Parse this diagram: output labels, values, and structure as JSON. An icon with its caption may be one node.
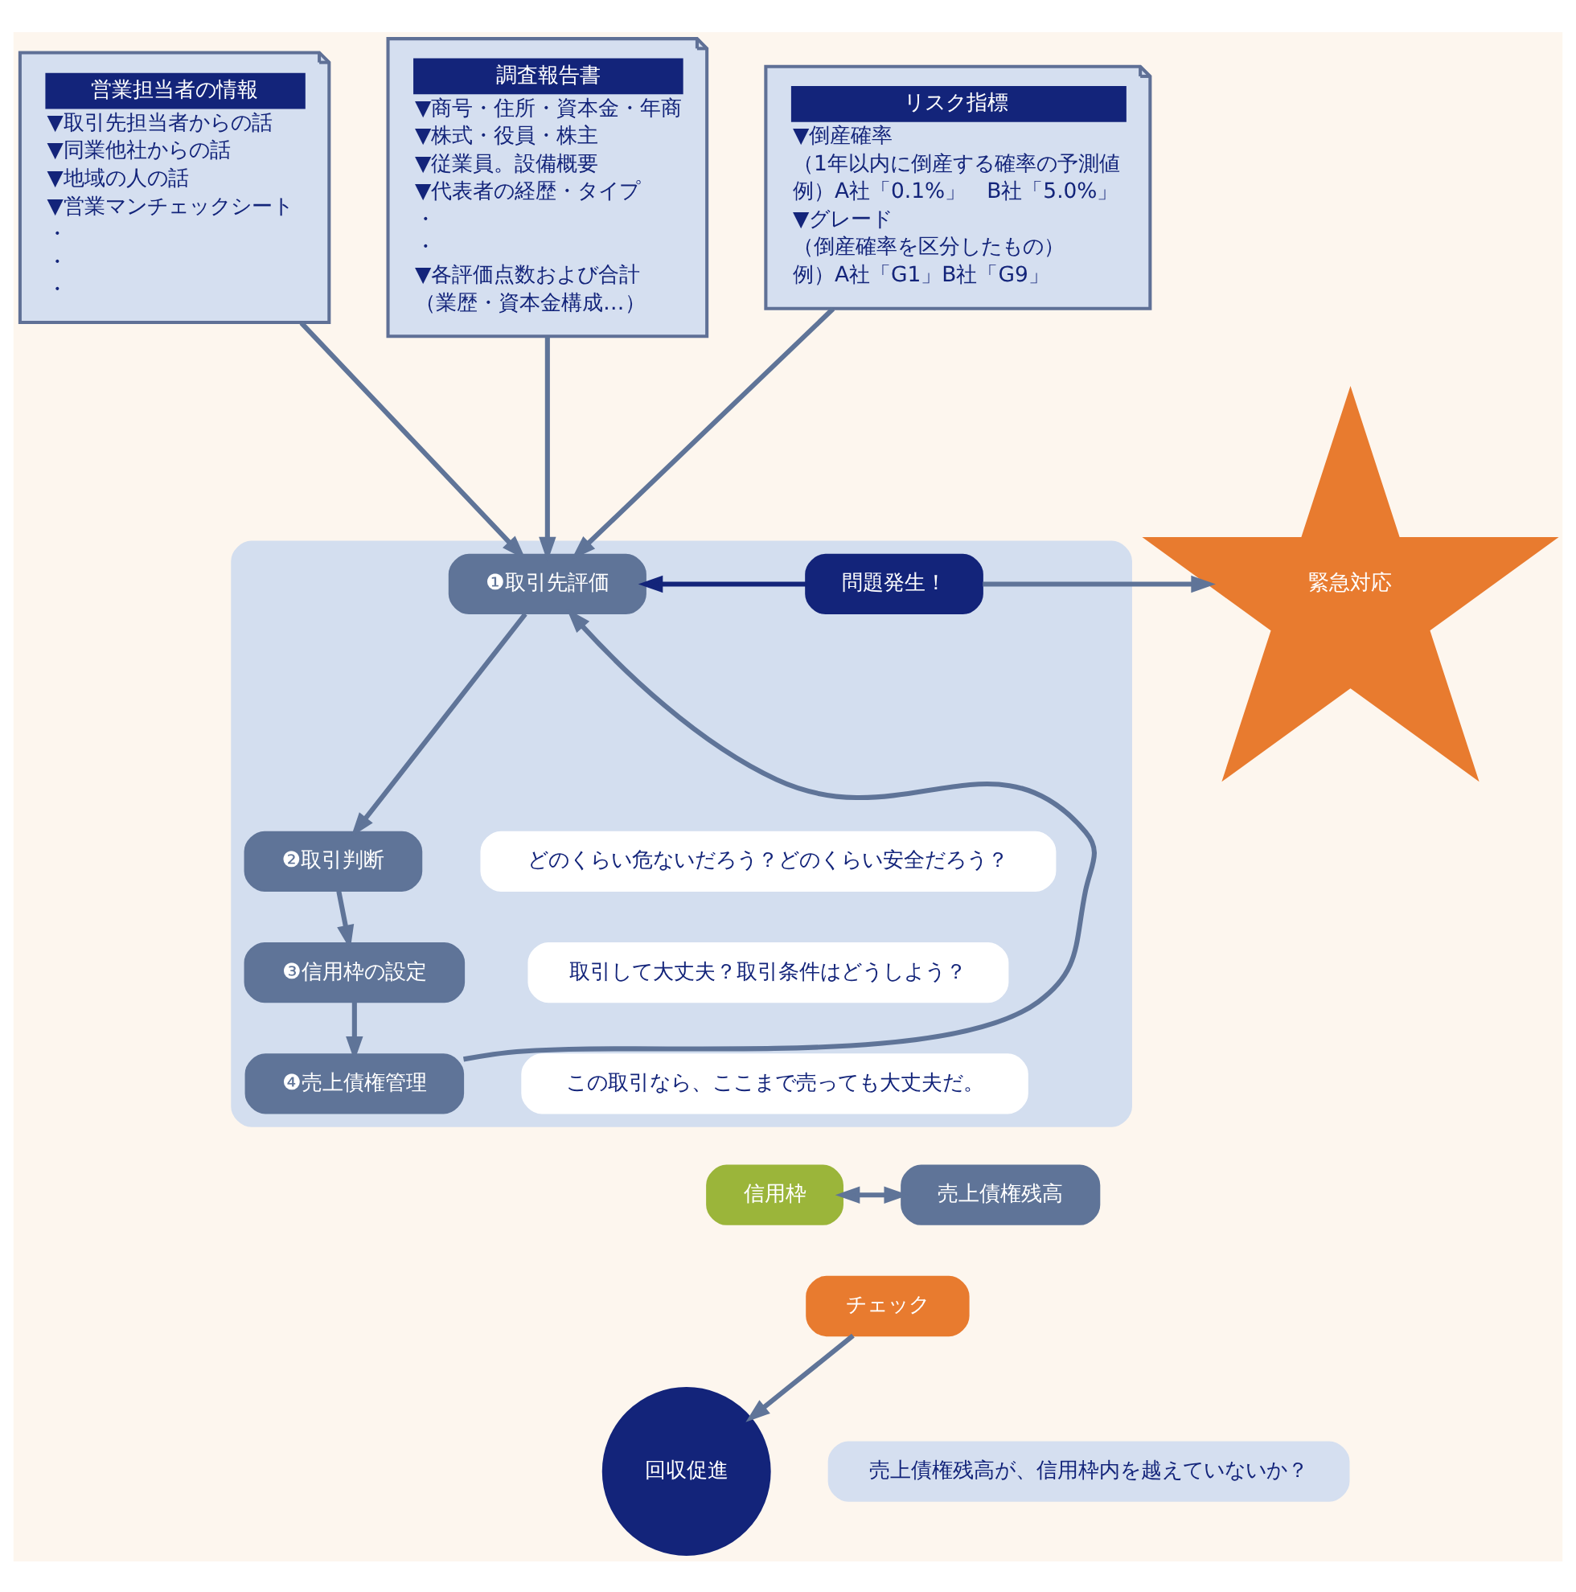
{
  "diagram": {
    "nodes": [
      {
        "text": [
          "営業担当者の情報",
          "▼取引先担当者からの話",
          "▼同業他社からの話",
          "▼地域の人の話",
          "▼営業マンチェックシート",
          "・",
          "・",
          "・"
        ]
      },
      {
        "text": [
          "調査報告書",
          "▼商号・住所・資本金・年商",
          "▼株式・役員・株主",
          "▼従業員。設備概要",
          "▼代表者の経歴・タイプ",
          "・",
          "・",
          "▼各評価点数および合計",
          "（業歴・資本金構成…）"
        ]
      },
      {
        "text": [
          "リスク指標",
          "▼倒産確率",
          "（1年以内に倒産する確率の予測値",
          "例）A社「0.1%」　B社「5.0%」",
          "▼グレード",
          "（倒産確率を区分したもの）",
          "例）A社「G1」B社「G9」"
        ]
      },
      {
        "text": [],
        "shape": "box"
      },
      {
        "text": [
          "❶取引先評価"
        ],
        "in": 3
      },
      {
        "text": [
          "問題発生！"
        ],
        "in": 3
      },
      {
        "text": [
          "緊急対応"
        ]
      },
      {
        "text": [
          "❷取引判断"
        ],
        "in": 3
      },
      {
        "text": [
          "どのくらい危ないだろう？どのくらい安全だろう？"
        ],
        "in": 3
      },
      {
        "text": [
          "❸信用枠の設定"
        ],
        "in": 3
      },
      {
        "text": [
          "取引して大丈夫？取引条件はどうしよう？"
        ],
        "in": 3
      },
      {
        "text": [
          "❹売上債権管理"
        ],
        "in": 3
      },
      {
        "text": [
          "この取引なら、ここまで売っても大丈夫だ。"
        ],
        "in": 3
      },
      {
        "text": [
          "信用枠"
        ]
      },
      {
        "text": [
          "売上債権残高"
        ]
      },
      {
        "text": [
          "チェック"
        ]
      },
      {
        "text": [
          "回収促進"
        ]
      },
      {
        "text": [
          "売上債権残高が、信用枠内を越えていないか？"
        ]
      }
    ],
    "edges": [
      {
        "from": 0,
        "to": 4,
        "arrow": "to"
      },
      {
        "from": 1,
        "to": 4,
        "arrow": "to"
      },
      {
        "from": 2,
        "to": 4,
        "arrow": "to"
      },
      {
        "from": 5,
        "to": 4,
        "arrow": "to",
        "color": "#13247a"
      },
      {
        "from": 5,
        "to": 6,
        "arrow": "to"
      },
      {
        "from": 4,
        "to": 7,
        "arrow": "to"
      },
      {
        "from": 7,
        "to": 9,
        "arrow": "to"
      },
      {
        "from": 9,
        "to": 11,
        "arrow": "to"
      },
      {
        "from": 11,
        "to": 4,
        "arrow": "to"
      },
      {
        "from": 13,
        "to": 14,
        "arrow": "both"
      },
      {
        "from": 15,
        "to": 16,
        "arrow": "to"
      }
    ]
  }
}
